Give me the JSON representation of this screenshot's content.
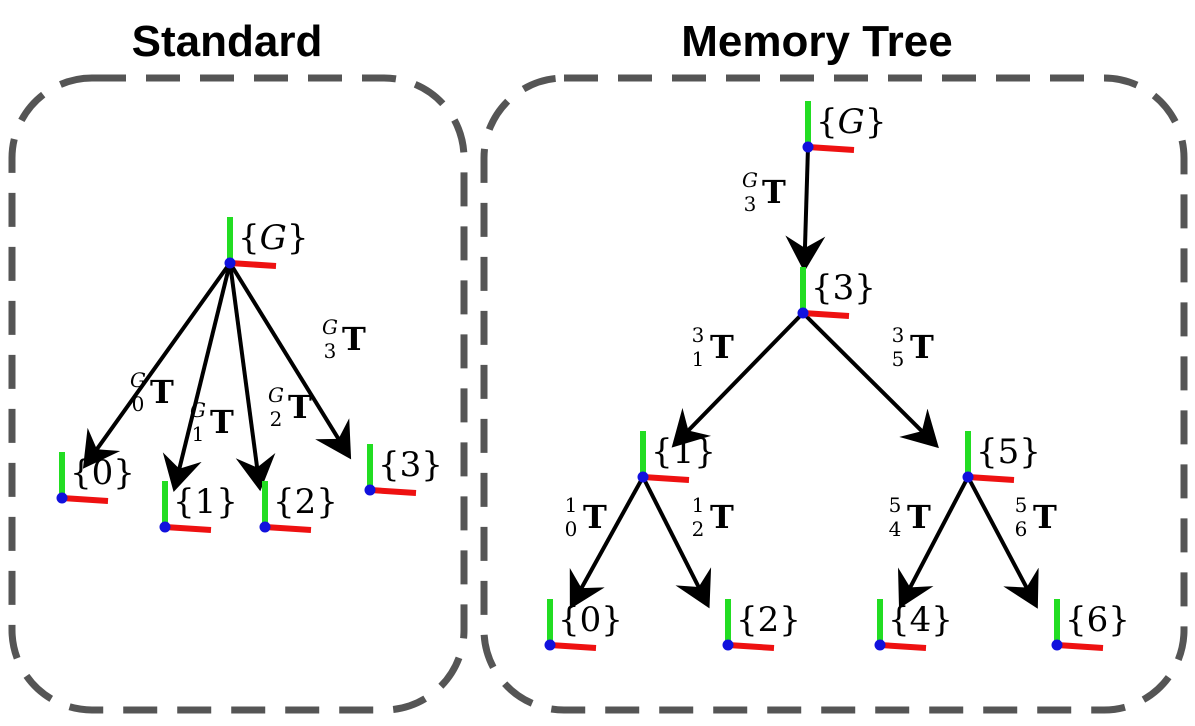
{
  "panels": [
    {
      "id": "standard",
      "title": "Standard"
    },
    {
      "id": "memory",
      "title": "Memory Tree"
    }
  ],
  "colors": {
    "frame_y_axis": "#22dd22",
    "frame_x_axis": "#ee1111",
    "frame_origin": "#1111dd",
    "box_border": "#555555"
  },
  "standard": {
    "nodes": [
      {
        "id": "G",
        "label": "G",
        "italic": true
      },
      {
        "id": "0",
        "label": "0"
      },
      {
        "id": "1",
        "label": "1"
      },
      {
        "id": "2",
        "label": "2"
      },
      {
        "id": "3",
        "label": "3"
      }
    ],
    "edges": [
      {
        "from": "G",
        "to": "0",
        "sup": "G",
        "sub": "0"
      },
      {
        "from": "G",
        "to": "1",
        "sup": "G",
        "sub": "1"
      },
      {
        "from": "G",
        "to": "2",
        "sup": "G",
        "sub": "2"
      },
      {
        "from": "G",
        "to": "3",
        "sup": "G",
        "sub": "3"
      }
    ]
  },
  "memory": {
    "nodes": [
      {
        "id": "G",
        "label": "G",
        "italic": true
      },
      {
        "id": "3",
        "label": "3"
      },
      {
        "id": "1",
        "label": "1"
      },
      {
        "id": "5",
        "label": "5"
      },
      {
        "id": "0",
        "label": "0"
      },
      {
        "id": "2",
        "label": "2"
      },
      {
        "id": "4",
        "label": "4"
      },
      {
        "id": "6",
        "label": "6"
      }
    ],
    "edges": [
      {
        "from": "G",
        "to": "3",
        "sup": "G",
        "sub": "3"
      },
      {
        "from": "3",
        "to": "1",
        "sup": "3",
        "sub": "1"
      },
      {
        "from": "3",
        "to": "5",
        "sup": "3",
        "sub": "5"
      },
      {
        "from": "1",
        "to": "0",
        "sup": "1",
        "sub": "0"
      },
      {
        "from": "1",
        "to": "2",
        "sup": "1",
        "sub": "2"
      },
      {
        "from": "5",
        "to": "4",
        "sup": "5",
        "sub": "4"
      },
      {
        "from": "5",
        "to": "6",
        "sup": "5",
        "sub": "6"
      }
    ]
  }
}
